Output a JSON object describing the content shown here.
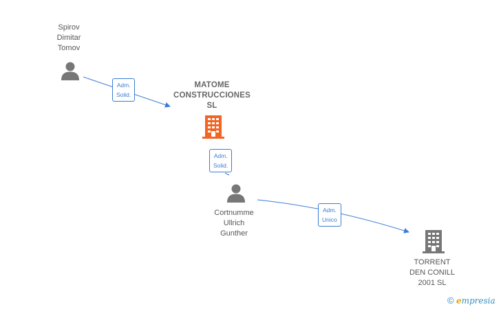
{
  "nodes": {
    "spirov": {
      "name": "Spirov\nDimitar\nTomov",
      "type": "person"
    },
    "matome": {
      "name": "MATOME\nCONSTRUCCIONES\nSL",
      "type": "company",
      "highlighted": true
    },
    "cortnumme": {
      "name": "Cortnumme\nUllrich\nGunther",
      "type": "person"
    },
    "torrent": {
      "name": "TORRENT\nDEN CONILL\n2001  SL",
      "type": "company"
    }
  },
  "relations": [
    {
      "from": "spirov",
      "to": "matome",
      "label": "Adm.\nSolid."
    },
    {
      "from": "cortnumme",
      "to": "matome",
      "label": "Adm.\nSolid."
    },
    {
      "from": "cortnumme",
      "to": "torrent",
      "label": "Adm.\nUnico"
    }
  ],
  "colors": {
    "edge": "#3a7bd5",
    "person_icon": "#777777",
    "company_icon": "#777777",
    "highlight_company_icon": "#f26522"
  },
  "watermark": {
    "copyright": "©",
    "brand_initial": "e",
    "brand_rest": "mpresia"
  }
}
